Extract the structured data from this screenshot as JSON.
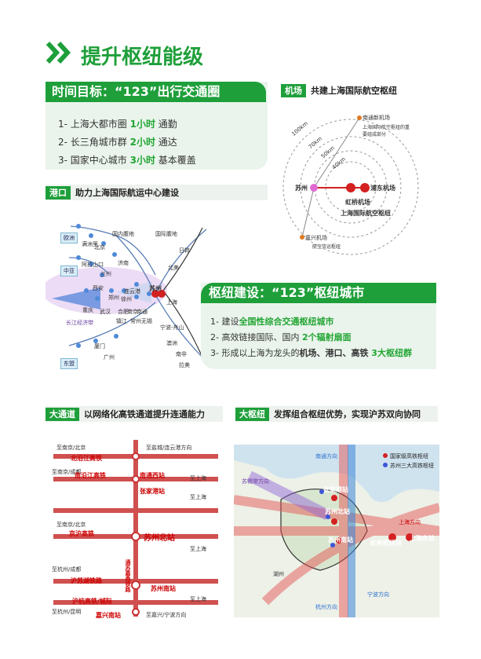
{
  "header": {
    "title": "提升枢纽能级"
  },
  "time_goal": {
    "title": "时间目标：“123”出行交通圈",
    "items": [
      {
        "pre": "1- 上海大都市圈 ",
        "hl": "1小时",
        "post": " 通勤"
      },
      {
        "pre": "2- 长三角城市群 ",
        "hl": "2小时",
        "post": " 通达"
      },
      {
        "pre": "3- 国家中心城市 ",
        "hl": "3小时",
        "post": " 基本覆盖"
      }
    ]
  },
  "airport": {
    "tag": "机场",
    "title": "共建上海国际航空枢纽",
    "rings": [
      "100km",
      "70km",
      "50km",
      "40km"
    ],
    "labels": {
      "nantong": "南通新机场",
      "legend": "上海国际航空枢纽的重要组成部分",
      "suzhou": "苏州",
      "pudong": "浦东机场",
      "hongqiao": "虹桥机场",
      "hub": "上海国际航空枢纽",
      "jiaxing": "嘉兴机场",
      "jiaxing_sub": "航空货运枢纽"
    }
  },
  "port": {
    "tag": "港口",
    "title": "助力上海国际航运中心建设",
    "labels": {
      "europe": "欧洲",
      "china_eu": "中亚",
      "sea": "东盟",
      "manzhouli": "满洲里",
      "ahrshan": "阿拉山口",
      "beijing": "北京",
      "jinan": "济南",
      "lanzhou": "兰州",
      "xian": "西安",
      "zhengzhou": "郑州",
      "chongqing": "重庆",
      "wuhan": "武汉",
      "hefei": "合肥",
      "nanjing": "南京",
      "yongjiang": "长江经济带",
      "lianyungang": "连云港",
      "xuzhou": "徐州",
      "wuxi": "无锡",
      "changzhou": "常州",
      "nantong": "南通",
      "zhenjiang": "镇江",
      "suzhou": "苏州",
      "shanghai": "上海",
      "ningbo": "宁波-舟山",
      "xiamen": "厦门",
      "guangzhou": "广州",
      "intl1": "国内腹地",
      "intl2": "国际腹地",
      "japan": "日韩",
      "america": "北美",
      "aus": "澳洲",
      "africa": "南非",
      "lat": "拉美"
    }
  },
  "hub_city": {
    "title": "枢纽建设：“123”枢纽城市",
    "items": [
      {
        "pre": "1- 建设",
        "hl": "全国性综合交通枢纽城市",
        "post": ""
      },
      {
        "pre": "2- 高效链接国际、国内 ",
        "hl": "2个辐射扇面",
        "post": ""
      },
      {
        "pre": "3- 形成以上海为龙头的",
        "bold": "机场、港口、高铁",
        "hl": " 3大枢纽群",
        "post": ""
      }
    ]
  },
  "channel": {
    "tag": "大通道",
    "title": "以网络化高铁通道提升连通能力",
    "labels": {
      "to_nanjing_beijing": "至南京/北京",
      "to_yancheng": "至盐城/连云港方向",
      "to_nanjing_chengdu": "至南京/成都",
      "to_nanjing_beijing2": "至南京/北京",
      "to_hangzhou_chengdu": "至杭州/成都",
      "to_hangzhou_kunming": "至杭州/昆明",
      "to_shanghai1": "至上海",
      "to_shanghai2": "至上海",
      "to_shanghai3": "至上海",
      "to_shanghai4": "至上海",
      "to_jiaxing": "至嘉兴/宁波方向",
      "beiyanjiang": "北沿江高铁",
      "nanyanjiang": "南沿江高铁",
      "huning": "京沪高铁",
      "husuhu": "沪苏湖铁路",
      "huhang": "沪杭高铁/城际",
      "tongsujia": "通苏嘉甬铁路",
      "nantongxi": "南通西站",
      "zhangjiagang": "张家港站",
      "suzhoubei": "苏州北站",
      "suzhounan": "苏州南站",
      "jiaxingnan": "嘉兴南站"
    }
  },
  "hub_big": {
    "tag": "大枢纽",
    "title": "发挥组合枢纽优势，实现沪苏双向协同",
    "legend": [
      "国家级高铁枢纽",
      "苏州三大高铁枢纽"
    ],
    "labels": {
      "nantong": "南通方向",
      "suxi": "苏锡常方向",
      "shanghai": "上海方向",
      "ningbo": "宁波方向",
      "hangzhou": "杭州方向",
      "zhangjiagang": "张家港站",
      "suzhoubei": "苏州北站",
      "suzhounan": "苏州南站",
      "hongqiao": "虹桥枢纽站",
      "shanghaidong": "上海东站",
      "huzhou": "湖州"
    }
  },
  "colors": {
    "green": "#1e9f3a",
    "red": "#d32020",
    "blue": "#2a6fd0"
  }
}
